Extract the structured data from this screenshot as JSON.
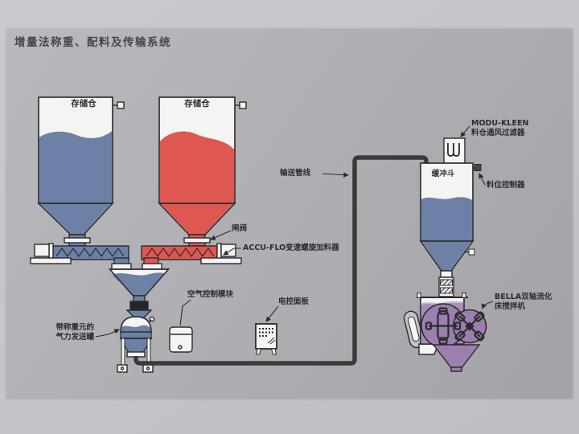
{
  "title": "增量法称重、配料及传输系统",
  "labels": {
    "silo_left": "存储仓",
    "silo_right": "存储仓",
    "gate_valve": "闸阀",
    "screw_feeder": "ACCU-FLO变速螺旋加料器",
    "pipeline": "输送管线",
    "bin_vent_l1": "MODU-KLEEN",
    "bin_vent_l2": "料仓通风过滤器",
    "buffer_hopper": "缓冲斗",
    "level_controller": "料位控制器",
    "air_control_module": "空气控制模块",
    "electric_panel": "电控面板",
    "mixer_l1": "BELLA双轴流化",
    "mixer_l2": "床搅拌机",
    "weigh_vessel_l1": "带称重元的",
    "weigh_vessel_l2": "气力发送罐"
  },
  "colors": {
    "blue": "#6d81a6",
    "red": "#de5751",
    "purple": "#9c7fae",
    "purpleLight": "#a98fb8",
    "purpleCrest": "#c9badb",
    "pipe": "#3a3a3c",
    "outline": "#2b2b2f",
    "white": "#f4f4f2",
    "gray": "#c2c2c6",
    "sensorDark": "#47474b"
  }
}
